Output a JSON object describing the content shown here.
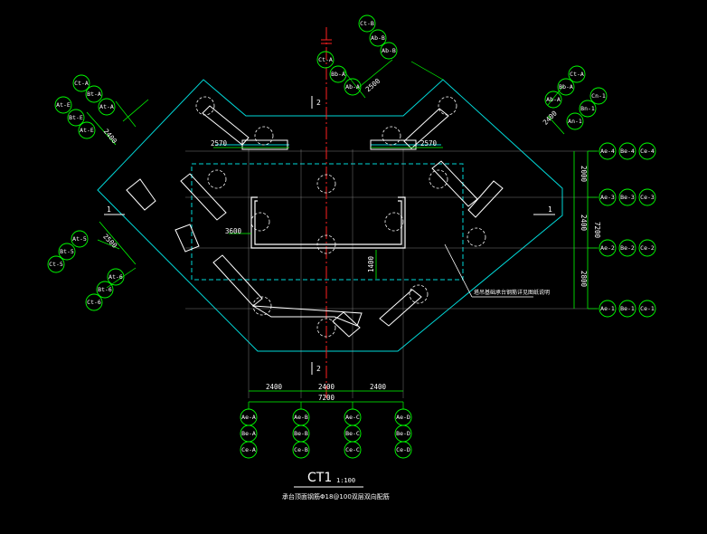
{
  "drawing": {
    "title": "CT1",
    "scale": "1:100",
    "note": "承台顶面钢筋Φ18@100双层双向配筋",
    "leader_note": "塔吊基础承台钢筋详见图纸说明",
    "section_mark": "1",
    "section_mark_2": "2",
    "dim_bottom": [
      "2400",
      "2400",
      "2400"
    ],
    "dim_bottom_total": "7200",
    "dim_top_left": "2570",
    "dim_top_right": "2570",
    "dim_diag_left": "2400",
    "dim_diag_right": "2400",
    "dim_diag_upper_mid": "2500",
    "dim_diag_lower_left": "2500",
    "dim_right": [
      "2000",
      "2400",
      "2800"
    ],
    "dim_right_total": "7200",
    "dim_inner_h": "3600",
    "dim_inner_v": "1400"
  },
  "axis_labels": {
    "top": [
      "Ct-B",
      "Ab-B",
      "Ab-B"
    ],
    "top_mid": [
      "Ct-A",
      "Bb-A",
      "Ab-A"
    ],
    "top_right": [
      "Ct-A",
      "Bb-A",
      "Ab-A"
    ],
    "right_upper": [
      "Cn-1",
      "Bn-1",
      "An-1"
    ],
    "left_top": [
      "Ct-A",
      "Bt-A",
      "At-A"
    ],
    "left_mid": [
      "At-E",
      "Bt-E"
    ],
    "left_lower": [
      "At-5",
      "Bt-5",
      "Ct-5"
    ],
    "left_bottom": [
      "At-6",
      "Bt-6",
      "Ct-6"
    ],
    "right_rows": [
      [
        "Ae-4",
        "Be-4",
        "Ce-4"
      ],
      [
        "Ae-3",
        "Be-3",
        "Ce-3"
      ],
      [
        "Ae-2",
        "Be-2",
        "Ce-2"
      ],
      [
        "Ae-1",
        "Be-1",
        "Ce-1"
      ]
    ],
    "bottom_cols": [
      [
        "Ae-A",
        "Be-A",
        "Ce-A"
      ],
      [
        "Ae-B",
        "Be-B",
        "Ce-B"
      ],
      [
        "Ae-C",
        "Be-C",
        "Ce-C"
      ],
      [
        "Ae-D",
        "Be-D",
        "Ce-D"
      ]
    ]
  },
  "colors": {
    "background": "#000000",
    "outline": "#00d8d8",
    "dashed": "#00d8d8",
    "dimension": "#00ff00",
    "bubble": "#00ff00",
    "axis": "#ff2020",
    "pile": "#ffffff",
    "text": "#ffffff",
    "leader": "#ffffff"
  }
}
